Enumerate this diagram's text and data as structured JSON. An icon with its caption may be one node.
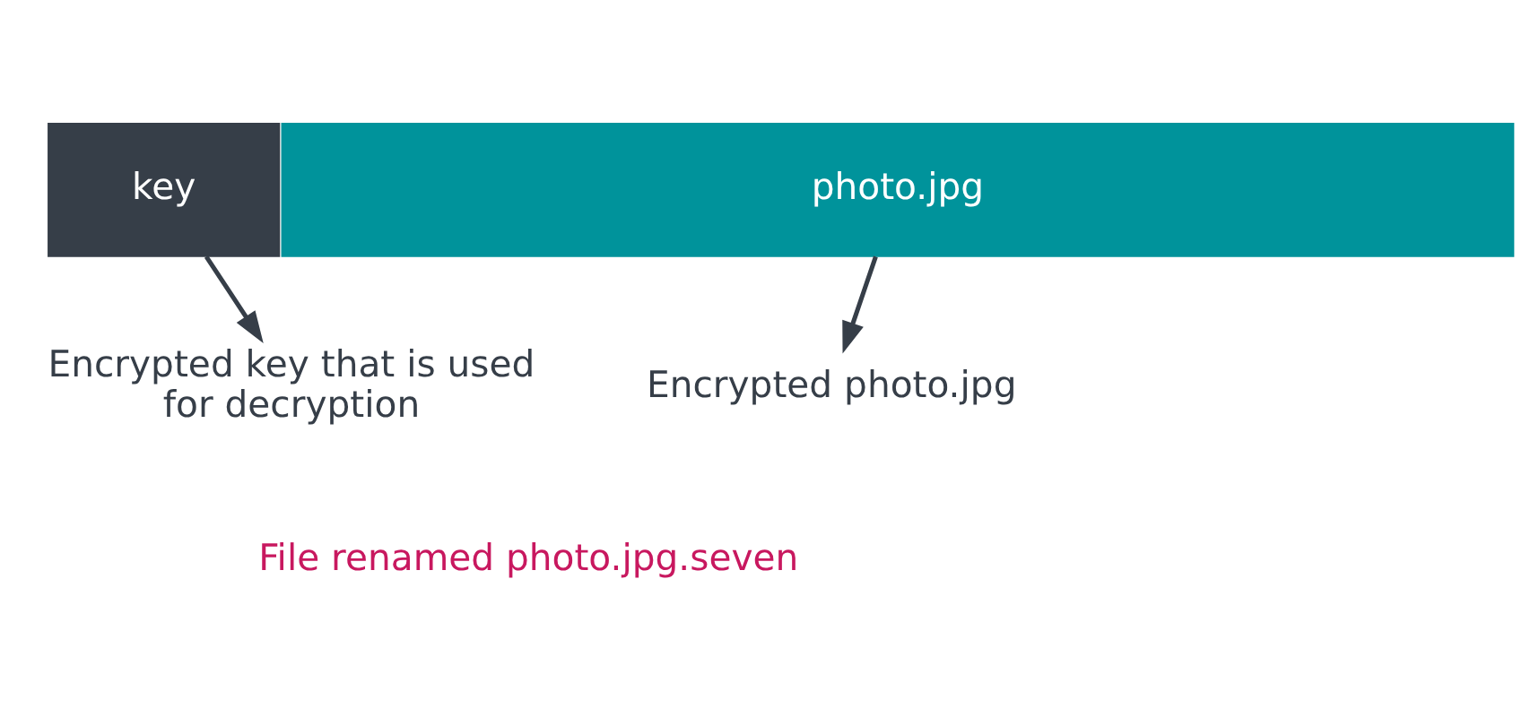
{
  "diagram": {
    "nodes": [
      {
        "text": [
          "key"
        ]
      },
      {
        "text": [
          "photo.jpg"
        ]
      },
      {
        "text": [
          "Encrypted key that is used for decryption"
        ]
      },
      {
        "text": [
          "Encrypted photo.jpg"
        ]
      }
    ],
    "edges": [
      {
        "from": 0,
        "to": 2,
        "arrow": "to"
      },
      {
        "from": 1,
        "to": 3,
        "arrow": "to"
      }
    ],
    "labels": [
      "File renamed photo.jpg.seven"
    ]
  }
}
